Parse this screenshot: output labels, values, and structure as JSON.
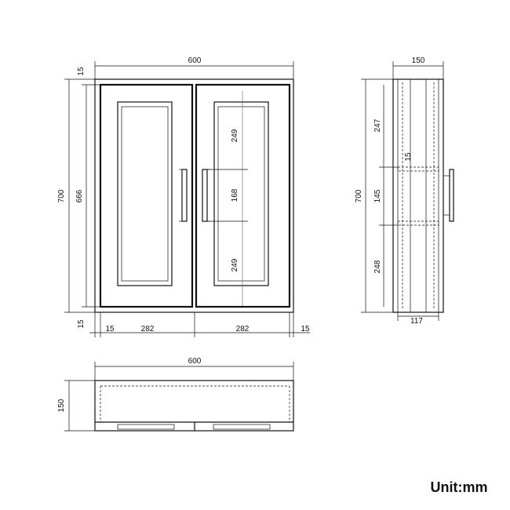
{
  "front": {
    "width": "600",
    "height_total": "700",
    "height_inner": "666",
    "top_margin": "15",
    "bottom_margin": "15",
    "side_left": "15",
    "side_right": "15",
    "door_left_width": "282",
    "door_right_width": "282",
    "panel_upper": "249",
    "handle_zone": "168",
    "panel_lower": "249"
  },
  "side": {
    "depth": "150",
    "height": "700",
    "shelf_upper": "247",
    "shelf_mid": "145",
    "shelf_lower": "248",
    "shelf_thickness": "15",
    "inner_depth": "117"
  },
  "plan": {
    "width": "600",
    "depth": "150"
  },
  "unit_label": "Unit:mm"
}
